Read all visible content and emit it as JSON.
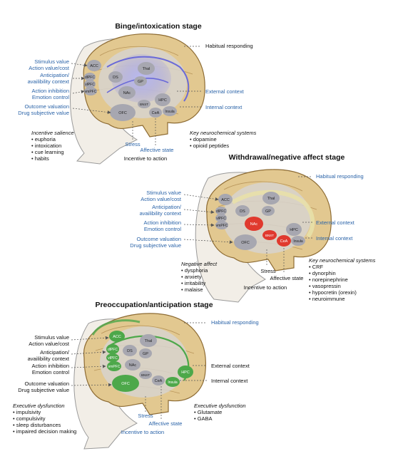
{
  "colors": {
    "blue_label": "#2a63a8",
    "black_label": "#111111",
    "brain_tan": "#e2c890",
    "brain_outline": "#8d6b33",
    "head": "#f2eee7",
    "region_gray": "#a7a7b0",
    "binge_highlight": "#8f8fe6",
    "withdrawal_red": "#e03a2e",
    "preoccupation_green": "#4da84a"
  },
  "region_labels": [
    "ACC",
    "dlPFC",
    "vlPFC",
    "vmPFC",
    "OFC",
    "DS",
    "Thal",
    "GP",
    "NAc",
    "BNST",
    "HPC",
    "CeA",
    "Insula"
  ],
  "panels": [
    {
      "title": "Binge/intoxication stage",
      "left_labels": [
        "Stimulus value",
        "Action value/cost",
        "Anticipation/",
        "availibility context",
        "Action inhibition",
        "Emotion control",
        "Outcome valuation",
        "Drug subjective value"
      ],
      "right_labels": [
        "Habitual responding",
        "External context",
        "Internal context"
      ],
      "bottom_labels": [
        "Stress",
        "Affective state",
        "Incentive to action"
      ],
      "state_heading": "Incentive salience",
      "state_items": [
        "euphoria",
        "intoxication",
        "cue learning",
        "habits"
      ],
      "neuro_heading": "Key neurochemical systems",
      "neuro_items": [
        "dopamine",
        "opioid peptides"
      ]
    },
    {
      "title": "Withdrawal/negative affect stage",
      "left_labels": [
        "Stimulus value",
        "Action value/cost",
        "Anticipation/",
        "availibility context",
        "Action inhibition",
        "Emotion control",
        "Outcome valuation",
        "Drug subjective value"
      ],
      "right_labels": [
        "Habitual responding",
        "External context",
        "Internal context"
      ],
      "bottom_labels": [
        "Stress",
        "Affective state",
        "Incentive to action"
      ],
      "state_heading": "Negative affect",
      "state_items": [
        "dysphoria",
        "anxiety",
        "irritability",
        "malaise"
      ],
      "neuro_heading": "Key neurochemical systems",
      "neuro_items": [
        "CRF",
        "dynorphin",
        "norepinephrine",
        "vasopressin",
        "hypocretin (orexin)",
        "neuroimmune"
      ]
    },
    {
      "title": "Preoccupation/anticipation stage",
      "left_labels": [
        "Stimulus value",
        "Action value/cost",
        "Anticipation/",
        "availibility context",
        "Action inhibition",
        "Emotion control",
        "Outcome valuation",
        "Drug subjective value"
      ],
      "right_labels": [
        "Habitual responding",
        "External context",
        "Internal context"
      ],
      "bottom_labels": [
        "Stress",
        "Affective state",
        "Incentive to action"
      ],
      "state_heading": "Executive dysfunction",
      "state_items": [
        "impulsivity",
        "compulsivity",
        "sleep disturbances",
        "impaired decision making"
      ],
      "neuro_heading": "Executive dysfunction",
      "neuro_items": [
        "Glutamate",
        "GABA"
      ]
    }
  ]
}
